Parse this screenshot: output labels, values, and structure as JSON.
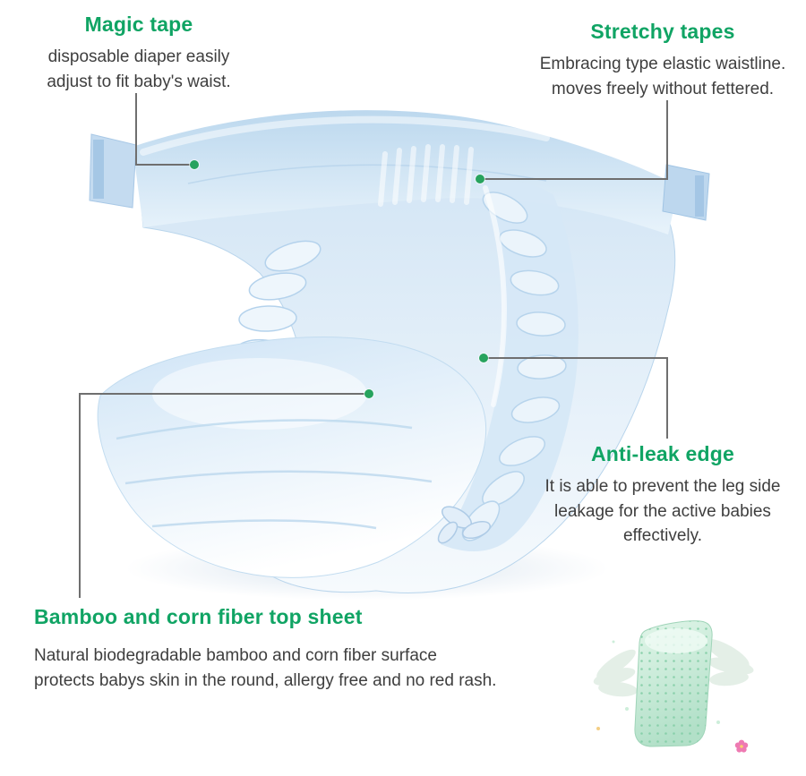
{
  "colors": {
    "accent_green": "#10a464",
    "callout_line": "#6f6f6f",
    "target_dot": "#27a35e",
    "diaper_blue_light": "#e9f3fb",
    "diaper_blue_mid": "#cfe3f4",
    "pad_green": "#b2e0c8",
    "flower_pink": "#ee7ab2"
  },
  "callouts": {
    "magic_tape": {
      "title": "Magic tape",
      "lines": [
        "disposable diaper easily",
        "adjust to fit baby's waist."
      ]
    },
    "stretchy_tapes": {
      "title": "Stretchy tapes",
      "lines": [
        "Embracing type elastic waistline.",
        "moves freely without fettered."
      ]
    },
    "anti_leak_edge": {
      "title": "Anti-leak edge",
      "lines": [
        "It is able to prevent the leg side",
        "leakage for the active babies",
        "effectively."
      ]
    },
    "top_sheet": {
      "title": "Bamboo and corn fiber top sheet",
      "lines": [
        "Natural biodegradable bamboo and corn fiber surface",
        "protects babys skin in the round, allergy free and no red rash."
      ]
    }
  },
  "illustrations": {
    "main": "baby-diaper-3d-illustration",
    "secondary": "green-bamboo-fiber-pad-with-wings",
    "accent": "pink-flower-accent"
  }
}
